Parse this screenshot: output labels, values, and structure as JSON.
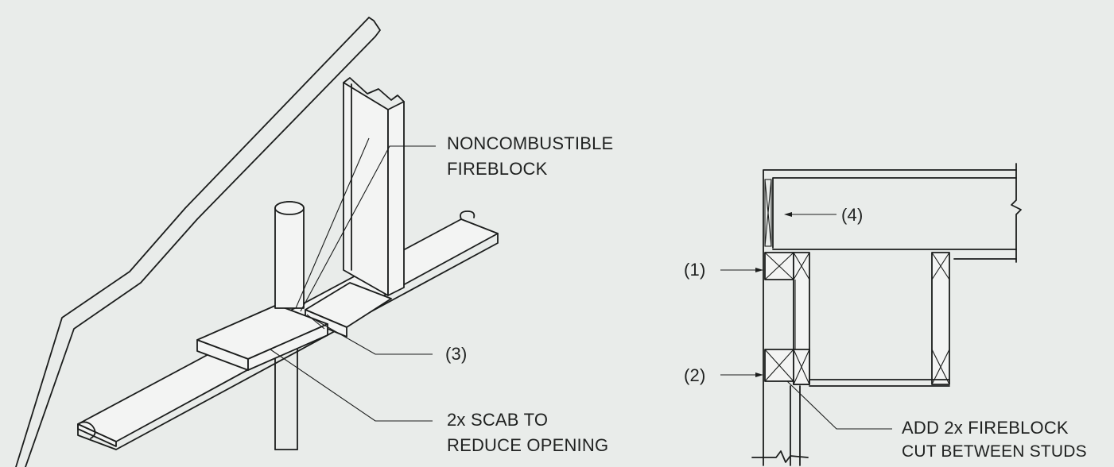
{
  "left_figure": {
    "callouts": {
      "fireblock_line1": "NONCOMBUSTIBLE",
      "fireblock_line2": "FIREBLOCK",
      "ref_3": "(3)",
      "scab_line1": "2x SCAB TO",
      "scab_line2": "REDUCE OPENING"
    }
  },
  "right_figure": {
    "callouts": {
      "ref_1": "(1)",
      "ref_2": "(2)",
      "ref_4": "(4)",
      "add_line1": "ADD 2x FIREBLOCK",
      "add_line2": "CUT BETWEEN STUDS"
    }
  }
}
